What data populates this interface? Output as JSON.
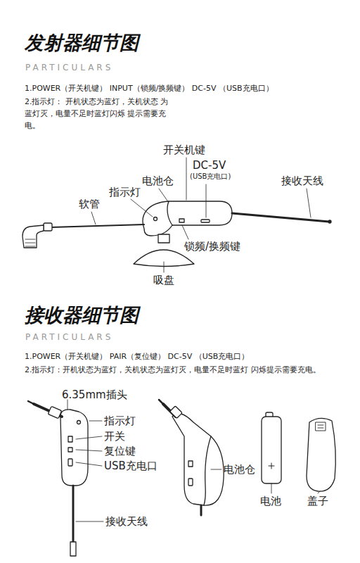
{
  "diagram": {
    "labels": [
      "发射器细节图",
      "PARTICULARS",
      "1.POWER（开关机键） INPUT（锁频/换频键） DC-5V （USB充电口）",
      "2.指示灯： 开机状态为蓝灯，关机状态 为蓝灯灭，电量不足时蓝灯闪烁 提示需要充电。",
      "开关机键",
      "DC-5V",
      "(USB充电口)",
      "电池仓",
      "指示灯",
      "接收天线",
      "软管",
      "锁频/换频键",
      "吸盘",
      "接收器细节图",
      "PARTICULARS",
      "1.POWER（开关机键） PAIR（复位键） DC-5V （USB充电口）",
      "2.指示灯：开机状态为蓝灯，关机状态为蓝灯灭，电量不足时蓝灯 闪烁提示需要充电。",
      "6.35mm插头",
      "指示灯",
      "开关",
      "复位键",
      "USB充电口",
      "电池仓",
      "接收天线",
      "电池",
      "盖子"
    ]
  }
}
